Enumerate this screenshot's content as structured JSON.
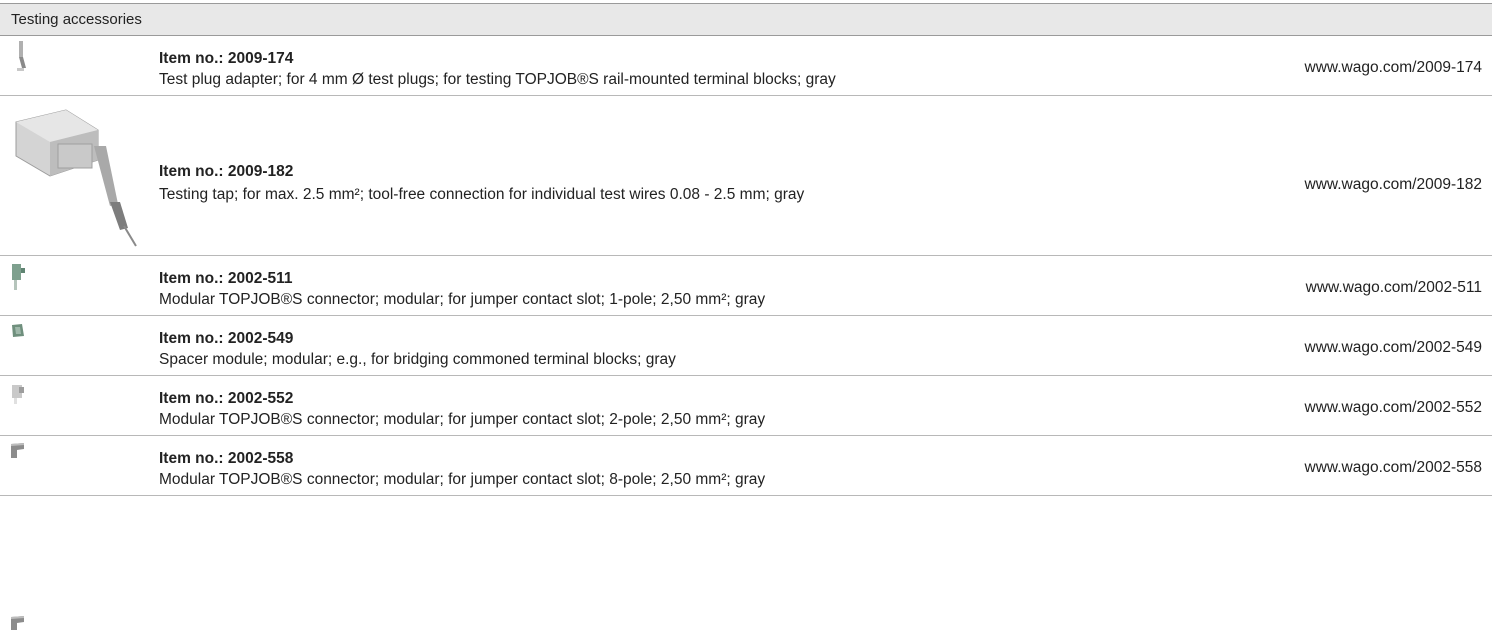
{
  "section": {
    "title": "Testing accessories"
  },
  "items": [
    {
      "item_no": "Item no.: 2009-174",
      "description": "Test plug adapter; for 4 mm Ø test plugs; for testing TOPJOB®S rail-mounted terminal blocks; gray",
      "link": "www.wago.com/2009-174",
      "icon": "test-plug-adapter-image"
    },
    {
      "item_no": "Item no.: 2009-182",
      "description": "Testing tap; for max. 2.5 mm²; tool-free connection for individual test wires 0.08 - 2.5 mm; gray",
      "link": "www.wago.com/2009-182",
      "icon": "testing-tap-image"
    },
    {
      "item_no": "Item no.: 2002-511",
      "description": "Modular TOPJOB®S connector; modular; for jumper contact slot; 1-pole; 2,50 mm²; gray",
      "link": "www.wago.com/2002-511",
      "icon": "modular-connector-image"
    },
    {
      "item_no": "Item no.: 2002-549",
      "description": "Spacer module; modular; e.g., for bridging commoned terminal blocks; gray",
      "link": "www.wago.com/2002-549",
      "icon": "spacer-module-image"
    },
    {
      "item_no": "Item no.: 2002-552",
      "description": "Modular TOPJOB®S connector; modular; for jumper contact slot; 2-pole; 2,50 mm²; gray",
      "link": "www.wago.com/2002-552",
      "icon": "modular-connector-image"
    },
    {
      "item_no": "Item no.: 2002-558",
      "description": "Modular TOPJOB®S connector; modular; for jumper contact slot; 8-pole; 2,50 mm²; gray",
      "link": "www.wago.com/2002-558",
      "icon": "modular-connector-image"
    }
  ],
  "colors": {
    "header_bg": "#e8e8e8",
    "rule": "#b8b8b8",
    "text": "#222222"
  }
}
